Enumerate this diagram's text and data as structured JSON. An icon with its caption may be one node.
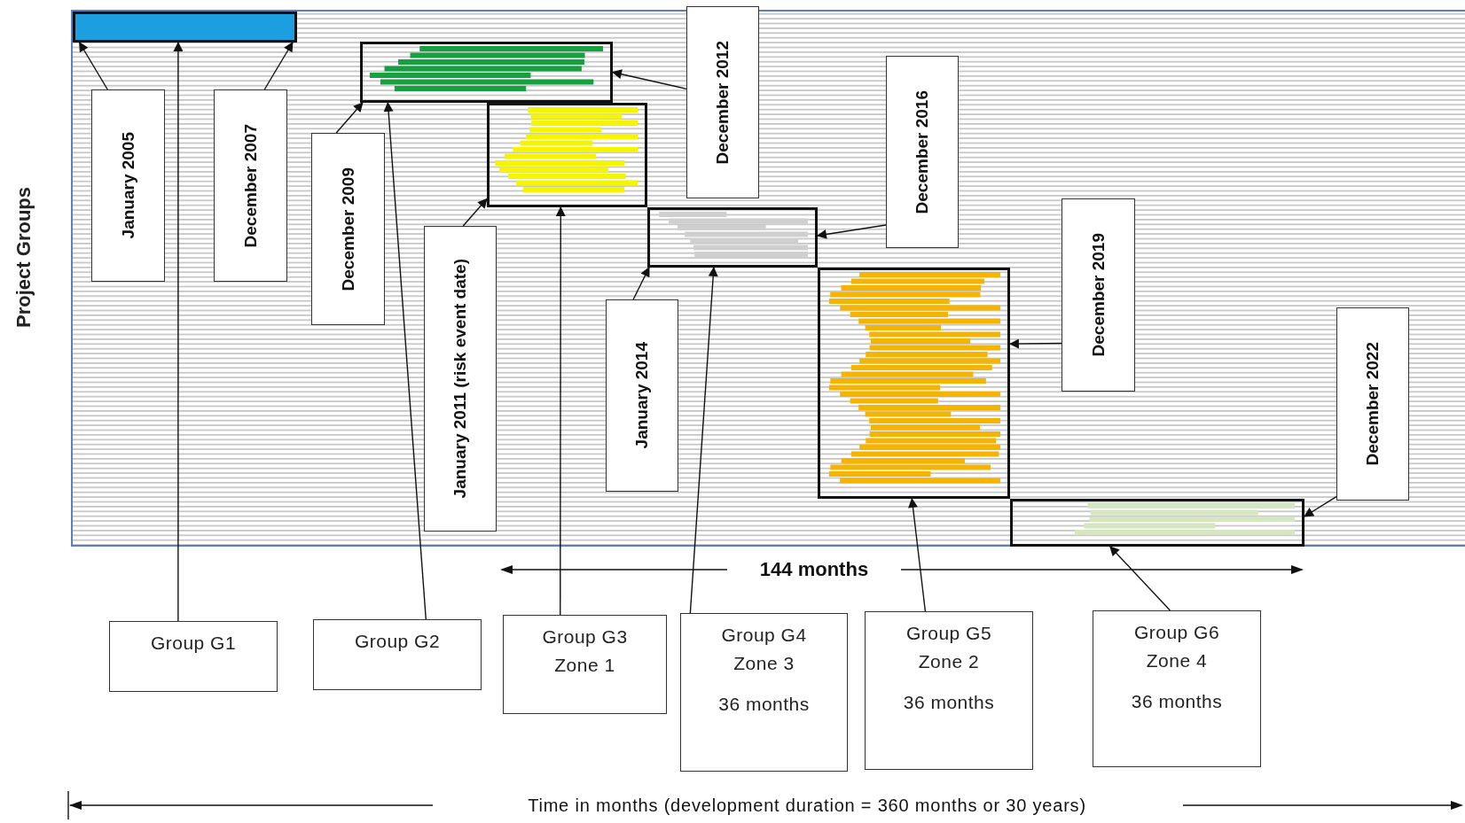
{
  "diagram": {
    "nodes": [
      {
        "text": [],
        "shape": "box"
      },
      {
        "text": [],
        "shape": "box"
      },
      {
        "text": [],
        "shape": "box"
      },
      {
        "text": [],
        "shape": "box"
      },
      {
        "text": [],
        "shape": "box"
      },
      {
        "text": [],
        "shape": "box"
      },
      {
        "text": [
          "December 2012"
        ]
      },
      {
        "text": [
          "January 2005"
        ]
      },
      {
        "text": [
          "December 2007"
        ]
      },
      {
        "text": [
          "December 2016"
        ]
      },
      {
        "text": [
          "December 2009"
        ]
      },
      {
        "text": [
          "December 2019"
        ]
      },
      {
        "text": [
          "January 2011 (risk event date)"
        ]
      },
      {
        "text": [
          "January 2014"
        ]
      },
      {
        "text": [
          "December 2022"
        ]
      },
      {
        "text": [
          "Group G1"
        ]
      },
      {
        "text": [
          "Group G2"
        ]
      },
      {
        "text": [
          "Group G3",
          "Zone 1"
        ]
      },
      {
        "text": [
          "Group G4",
          "Zone 3",
          "36 months"
        ]
      },
      {
        "text": [
          "Group G5",
          "Zone 2",
          "36 months"
        ]
      },
      {
        "text": [
          "Group G6",
          "Zone 4",
          "36 months"
        ]
      }
    ],
    "edges": [
      {
        "from": 7,
        "to": 0,
        "arrow": "to"
      },
      {
        "from": 8,
        "to": 0,
        "arrow": "to"
      },
      {
        "from": 15,
        "to": 0,
        "arrow": "to"
      },
      {
        "from": 10,
        "to": 1,
        "arrow": "to"
      },
      {
        "from": 16,
        "to": 1,
        "arrow": "to"
      },
      {
        "from": 6,
        "to": 1,
        "arrow": "to"
      },
      {
        "from": 12,
        "to": 2,
        "arrow": "to"
      },
      {
        "from": 17,
        "to": 2,
        "arrow": "to"
      },
      {
        "from": 13,
        "to": 3,
        "arrow": "to"
      },
      {
        "from": 18,
        "to": 3,
        "arrow": "to"
      },
      {
        "from": 9,
        "to": 3,
        "arrow": "to"
      },
      {
        "from": 19,
        "to": 4,
        "arrow": "to"
      },
      {
        "from": 11,
        "to": 4,
        "arrow": "to"
      },
      {
        "from": 20,
        "to": 5,
        "arrow": "to"
      },
      {
        "from": 14,
        "to": 5,
        "arrow": "to"
      }
    ],
    "labels": [
      "Project Groups",
      "144 months",
      "Time in months (development duration = 360 months or 30 years)"
    ]
  }
}
